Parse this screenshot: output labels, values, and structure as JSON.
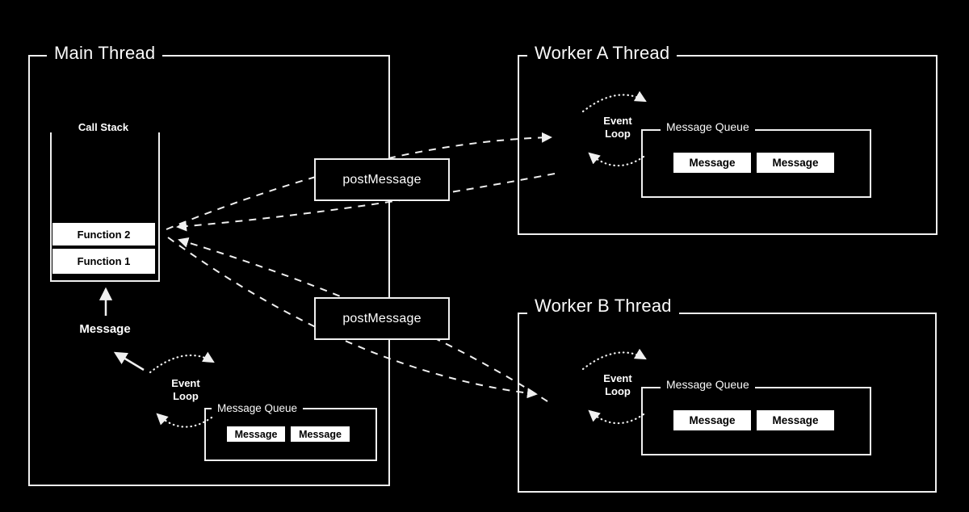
{
  "diagram": {
    "colors": {
      "background": "#000000",
      "stroke": "#f0f0f0",
      "chip_background": "#ffffff",
      "chip_text": "#000000"
    },
    "post_message": {
      "top_label": "postMessage",
      "bottom_label": "postMessage"
    },
    "main_thread": {
      "title": "Main Thread",
      "call_stack": {
        "title": "Call Stack",
        "frames": [
          "Function 2",
          "Function 1"
        ]
      },
      "message_label": "Message",
      "event_loop": {
        "line1": "Event",
        "line2": "Loop"
      },
      "message_queue": {
        "title": "Message Queue",
        "messages": [
          "Message",
          "Message"
        ]
      }
    },
    "worker_a": {
      "title": "Worker A Thread",
      "event_loop": {
        "line1": "Event",
        "line2": "Loop"
      },
      "message_queue": {
        "title": "Message Queue",
        "messages": [
          "Message",
          "Message"
        ]
      }
    },
    "worker_b": {
      "title": "Worker B Thread",
      "event_loop": {
        "line1": "Event",
        "line2": "Loop"
      },
      "message_queue": {
        "title": "Message Queue",
        "messages": [
          "Message",
          "Message"
        ]
      }
    }
  }
}
